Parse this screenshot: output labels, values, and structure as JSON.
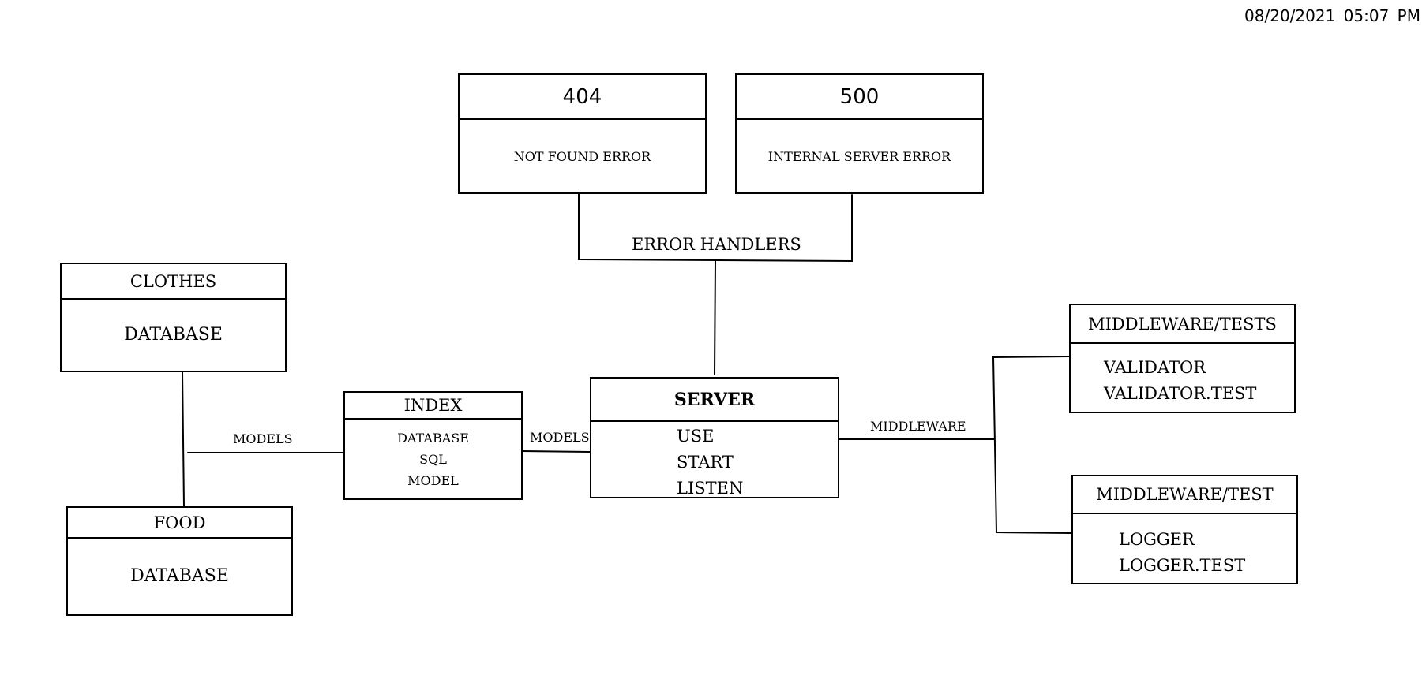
{
  "timestamp": "08/20/2021  05:07 PM",
  "boxes": {
    "e404": {
      "title": "404",
      "body": "NOT FOUND ERROR"
    },
    "e500": {
      "title": "500",
      "body": "INTERNAL SERVER ERROR"
    },
    "clothes": {
      "title": "CLOTHES",
      "body": "DATABASE"
    },
    "food": {
      "title": "FOOD",
      "body": "DATABASE"
    },
    "index": {
      "title": "INDEX",
      "items": [
        "DATABASE",
        "SQL",
        "MODEL"
      ]
    },
    "server": {
      "title": "SERVER",
      "items": [
        "USE",
        "START",
        "LISTEN"
      ]
    },
    "middleware_tests": {
      "title": "MIDDLEWARE/TESTS",
      "items": [
        "VALIDATOR",
        "VALIDATOR.TEST"
      ]
    },
    "middleware_test": {
      "title": "MIDDLEWARE/TEST",
      "items": [
        "LOGGER",
        "LOGGER.TEST"
      ]
    }
  },
  "labels": {
    "error_handlers": "ERROR HANDLERS",
    "models_left": "MODELS",
    "models_right": "MODELS",
    "middleware": "MIDDLEWARE"
  }
}
